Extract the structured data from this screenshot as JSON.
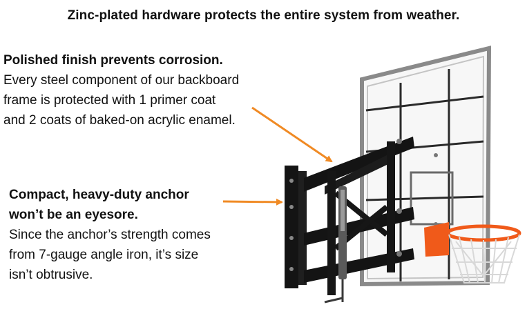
{
  "headline": "Zinc-plated hardware protects the entire system from weather.",
  "callouts": {
    "finish": {
      "title": "Polished finish prevents corrosion.",
      "lines": [
        "Every steel component of our backboard",
        "frame is protected with 1 primer coat",
        "and 2 coats of baked-on acrylic enamel."
      ]
    },
    "anchor": {
      "title_lines": [
        "Compact, heavy-duty anchor",
        "won’t be an eyesore."
      ],
      "lines": [
        "Since the anchor’s strength comes",
        "from 7-gauge angle iron, it’s size",
        "isn’t obtrusive."
      ]
    }
  },
  "colors": {
    "arrow": "#f08a24",
    "frame": "#141414",
    "glass_edge": "#8a8a8a",
    "rim": "#f05a1a",
    "net": "#d8d8d8"
  },
  "icons": {
    "arrow": "arrow-icon",
    "hoop": "basketball-hoop-icon"
  }
}
